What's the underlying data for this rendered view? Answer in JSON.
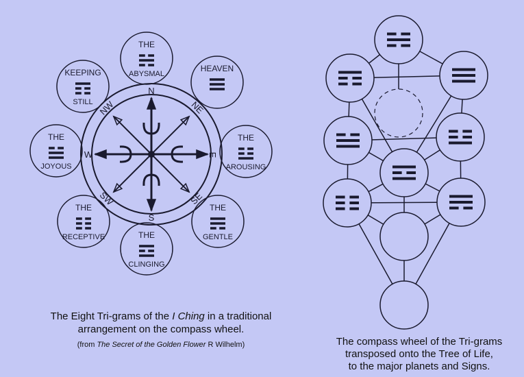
{
  "compass": {
    "letters": {
      "N": "N",
      "NE": "NE",
      "E": "E",
      "SE": "SE",
      "S": "S",
      "SW": "SW",
      "W": "W",
      "NW": "NW"
    },
    "trigrams": {
      "abysmal": {
        "line1": "THE",
        "line2": "ABYSMAL",
        "lines": [
          [
            0,
            1
          ],
          [
            1
          ],
          [
            0,
            1
          ]
        ]
      },
      "heaven": {
        "line1": "HEAVEN",
        "line2": "",
        "lines": [
          [
            1
          ],
          [
            1
          ],
          [
            1
          ]
        ]
      },
      "arousing": {
        "line1": "THE",
        "line2": "AROUSING",
        "lines": [
          [
            0,
            1
          ],
          [
            0,
            1
          ],
          [
            1
          ]
        ]
      },
      "gentle": {
        "line1": "THE",
        "line2": "GENTLE",
        "lines": [
          [
            1
          ],
          [
            1
          ],
          [
            0,
            1
          ]
        ]
      },
      "clinging": {
        "line1": "THE",
        "line2": "CLINGING",
        "lines": [
          [
            1
          ],
          [
            0,
            1
          ],
          [
            1
          ]
        ]
      },
      "receptive": {
        "line1": "THE",
        "line2": "RECEPTIVE",
        "lines": [
          [
            0,
            1
          ],
          [
            0,
            1
          ],
          [
            0,
            1
          ]
        ]
      },
      "joyous": {
        "line1": "THE",
        "line2": "JOYOUS",
        "lines": [
          [
            0,
            1
          ],
          [
            1
          ],
          [
            1
          ]
        ]
      },
      "keeping": {
        "line1": "KEEPING",
        "line2": "STILL",
        "lines": [
          [
            1
          ],
          [
            0,
            1
          ],
          [
            0,
            1
          ]
        ]
      }
    }
  },
  "tree": {
    "nodes": {
      "top": [
        [
          0,
          1
        ],
        [
          1
        ],
        [
          0,
          1
        ]
      ],
      "upL": [
        [
          1
        ],
        [
          0,
          1
        ],
        [
          0,
          1
        ]
      ],
      "upR": [
        [
          1
        ],
        [
          1
        ],
        [
          1
        ]
      ],
      "midL": [
        [
          0,
          1
        ],
        [
          1
        ],
        [
          1
        ]
      ],
      "midR": [
        [
          0,
          1
        ],
        [
          0,
          1
        ],
        [
          1
        ]
      ],
      "center": [
        [
          1
        ],
        [
          0,
          1
        ],
        [
          1
        ]
      ],
      "lowL": [
        [
          0,
          1
        ],
        [
          0,
          1
        ],
        [
          0,
          1
        ]
      ],
      "lowR": [
        [
          1
        ],
        [
          1
        ],
        [
          0,
          1
        ]
      ]
    }
  },
  "captions": {
    "left_pre": "The Eight Tri-grams of the ",
    "left_italic": "I Ching",
    "left_post": " in a traditional",
    "left_line2": "arrangement on the compass wheel.",
    "source_pre": "(from ",
    "source_italic": "The Secret of the Golden Flower",
    "source_post": "  R Wilhelm)",
    "right_line1": "The compass wheel of the Tri-grams",
    "right_line2": "transposed onto the Tree of Life,",
    "right_line3": "to the major planets and Signs."
  }
}
